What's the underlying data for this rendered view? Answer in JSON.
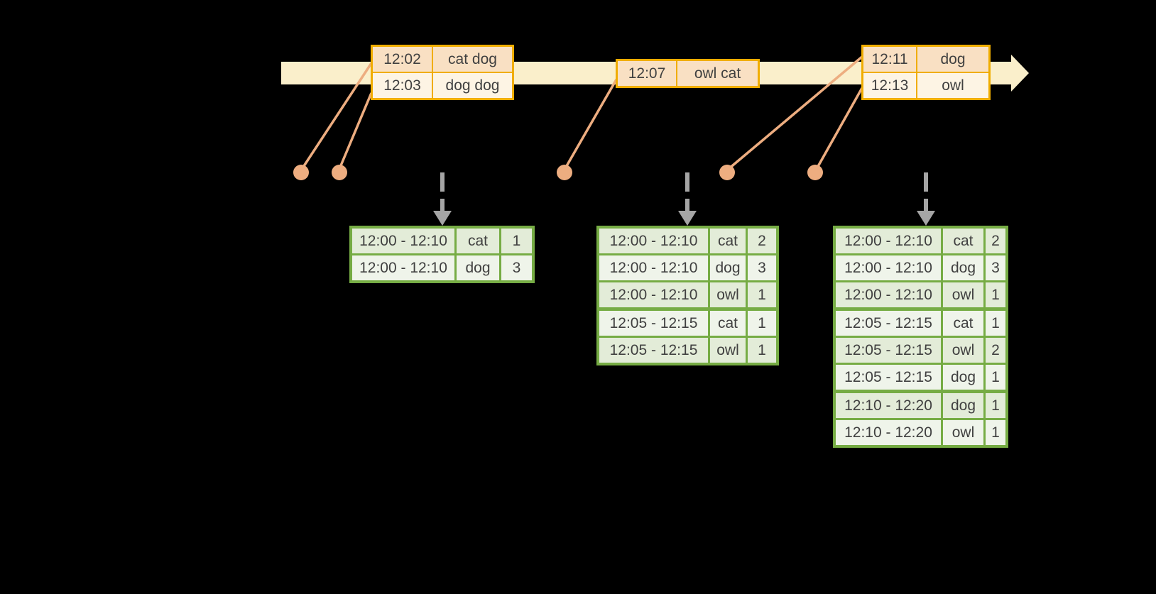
{
  "palette": {
    "background": "#000000",
    "timeline_fill": "#FAEFCB",
    "event_table_border": "#F0AD00",
    "event_row_peach": "#F9E0C3",
    "event_row_cream": "#FDF4E4",
    "connector_salmon": "#EDAD80",
    "trigger_arrow_gray": "#A5A5A5",
    "result_table_border": "#76AC44",
    "result_row_dark": "#E3ECD8",
    "result_row_light": "#EFF4EA",
    "text": "#404040"
  },
  "event_tables": [
    {
      "rows": [
        {
          "time": "12:02",
          "words": "cat dog"
        },
        {
          "time": "12:03",
          "words": "dog dog"
        }
      ]
    },
    {
      "rows": [
        {
          "time": "12:07",
          "words": "owl cat"
        }
      ]
    },
    {
      "rows": [
        {
          "time": "12:11",
          "words": "dog"
        },
        {
          "time": "12:13",
          "words": "owl"
        }
      ]
    }
  ],
  "result_tables": [
    {
      "rows": [
        {
          "window": "12:00 - 12:10",
          "word": "cat",
          "count": "1"
        },
        {
          "window": "12:00 - 12:10",
          "word": "dog",
          "count": "3"
        }
      ]
    },
    {
      "rows": [
        {
          "window": "12:00 - 12:10",
          "word": "cat",
          "count": "2"
        },
        {
          "window": "12:00 - 12:10",
          "word": "dog",
          "count": "3"
        },
        {
          "window": "12:00 - 12:10",
          "word": "owl",
          "count": "1"
        },
        {
          "window": "12:05 - 12:15",
          "word": "cat",
          "count": "1"
        },
        {
          "window": "12:05 - 12:15",
          "word": "owl",
          "count": "1"
        }
      ]
    },
    {
      "rows": [
        {
          "window": "12:00 - 12:10",
          "word": "cat",
          "count": "2"
        },
        {
          "window": "12:00 - 12:10",
          "word": "dog",
          "count": "3"
        },
        {
          "window": "12:00 - 12:10",
          "word": "owl",
          "count": "1"
        },
        {
          "window": "12:05 - 12:15",
          "word": "cat",
          "count": "1"
        },
        {
          "window": "12:05 - 12:15",
          "word": "owl",
          "count": "2"
        },
        {
          "window": "12:05 - 12:15",
          "word": "dog",
          "count": "1"
        },
        {
          "window": "12:10 - 12:20",
          "word": "dog",
          "count": "1"
        },
        {
          "window": "12:10 - 12:20",
          "word": "owl",
          "count": "1"
        }
      ]
    }
  ]
}
